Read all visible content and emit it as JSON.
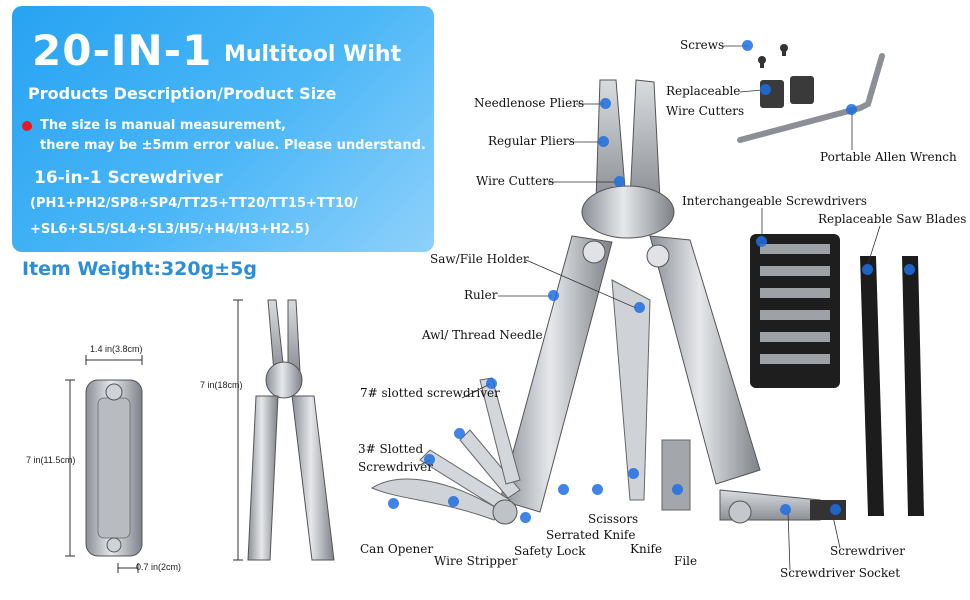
{
  "header": {
    "title_big": "20-IN-1",
    "title_small": "Multitool Wiht",
    "subtitle": "Products Description/Product Size",
    "note_line1": "The size is manual measurement,",
    "note_line2": "there may be ±5mm error value. Please understand.",
    "screwdriver_title": "16-in-1 Screwdriver",
    "screwdriver_line1": "(PH1+PH2/SP8+SP4/TT25+TT20/TT15+TT10/",
    "screwdriver_line2": "+SL6+SL5/SL4+SL3/H5/+H4/H3+H2.5)"
  },
  "weight": "Item Weight:320g±5g",
  "dimensions": {
    "folded_width": "1.4 in(3.8cm)",
    "folded_length": "7 in(11.5cm)",
    "folded_thickness": "0.7 in(2cm)",
    "open_length": "7 in(18cm)"
  },
  "labels": {
    "screws": "Screws",
    "replaceable_line1": "Replaceable",
    "replaceable_line2": "Wire Cutters",
    "allen": "Portable Allen Wrench",
    "needlenose": "Needlenose Pliers",
    "regular": "Regular Pliers",
    "wire_cutters": "Wire Cutters",
    "interchangeable": "Interchangeable Screwdrivers",
    "saw_blades": "Replaceable Saw Blades",
    "saw_holder": "Saw/File Holder",
    "ruler": "Ruler",
    "awl": "Awl/ Thread Needle",
    "slotted7": "7# slotted screwdriver",
    "slotted3_line1": "3# Slotted",
    "slotted3_line2": "Screwdriver",
    "can_opener": "Can Opener",
    "wire_stripper": "Wire Stripper",
    "safety_lock": "Safety Lock",
    "serrated": "Serrated Knife",
    "scissors": "Scissors",
    "knife": "Knife",
    "file": "File",
    "screwdriver": "Screwdriver",
    "socket": "Screwdriver Socket"
  },
  "colors": {
    "panel": "#27a3f2",
    "accent_dot": "#1f6fe0",
    "weight_text": "#2a8ed8",
    "note_dot": "#e51b24"
  }
}
